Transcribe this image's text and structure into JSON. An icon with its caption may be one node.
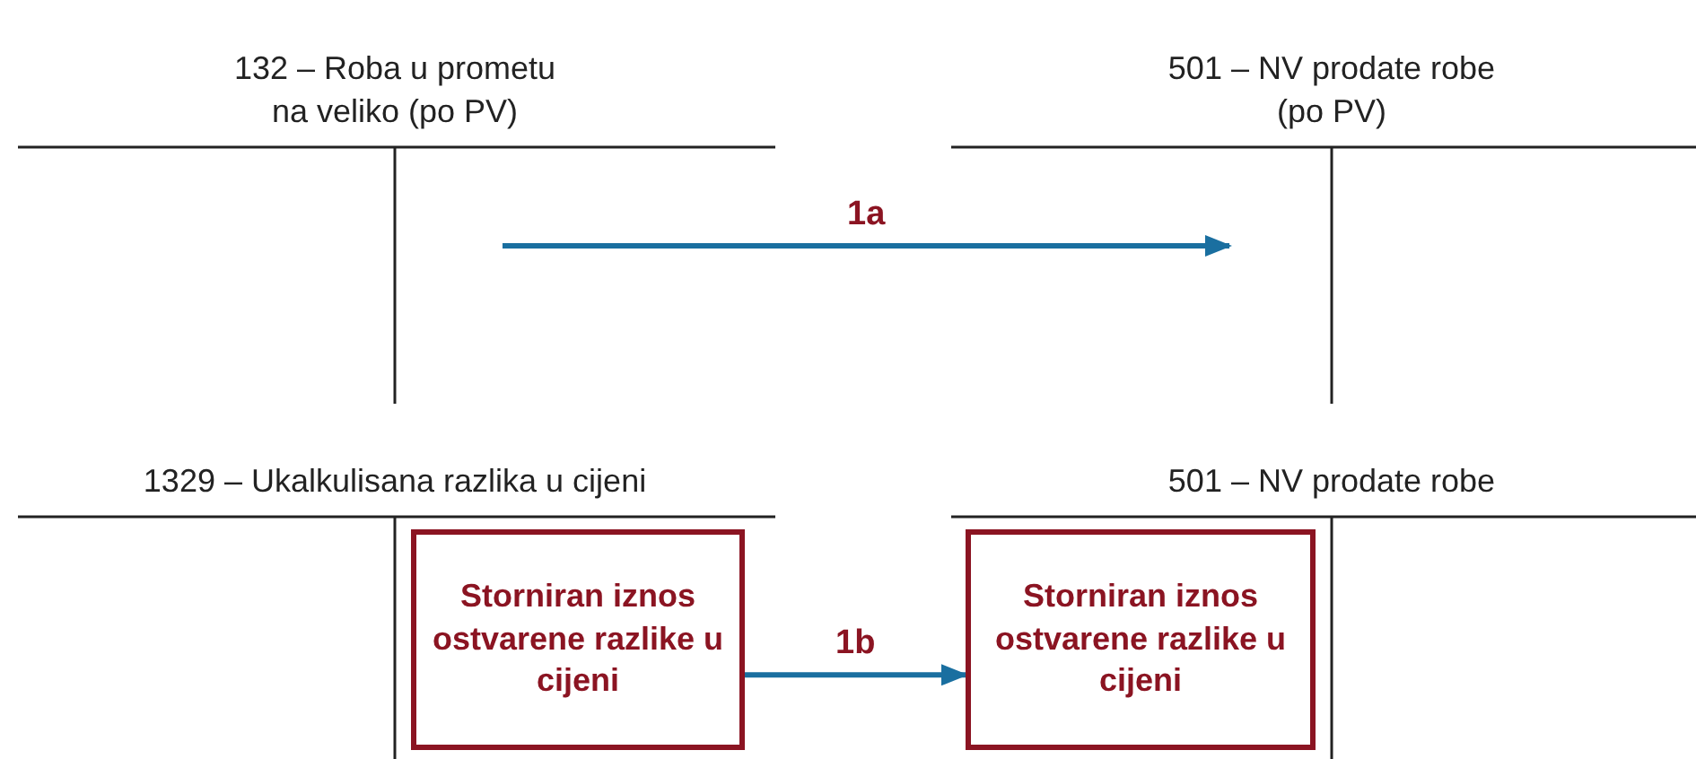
{
  "diagram": {
    "nodes": [
      {
        "text": [
          "132 – Roba u prometu na veliko (po PV)"
        ]
      },
      {
        "text": [
          "501 – NV prodate robe (po PV)"
        ]
      },
      {
        "text": [
          "1329 – Ukalkulisana razlika u cijeni"
        ]
      },
      {
        "text": [
          "501 – NV prodate robe"
        ]
      },
      {
        "text": [
          "Storniran iznos ostvarene razlike u cijeni"
        ],
        "in": 2
      },
      {
        "text": [
          "Storniran iznos ostvarene razlike u cijeni"
        ],
        "in": 3
      }
    ],
    "edges": [
      {
        "from": 0,
        "to": 1,
        "arrow": "to",
        "label": "1a"
      },
      {
        "from": 4,
        "to": 5,
        "arrow": "to",
        "label": "1b"
      }
    ]
  }
}
